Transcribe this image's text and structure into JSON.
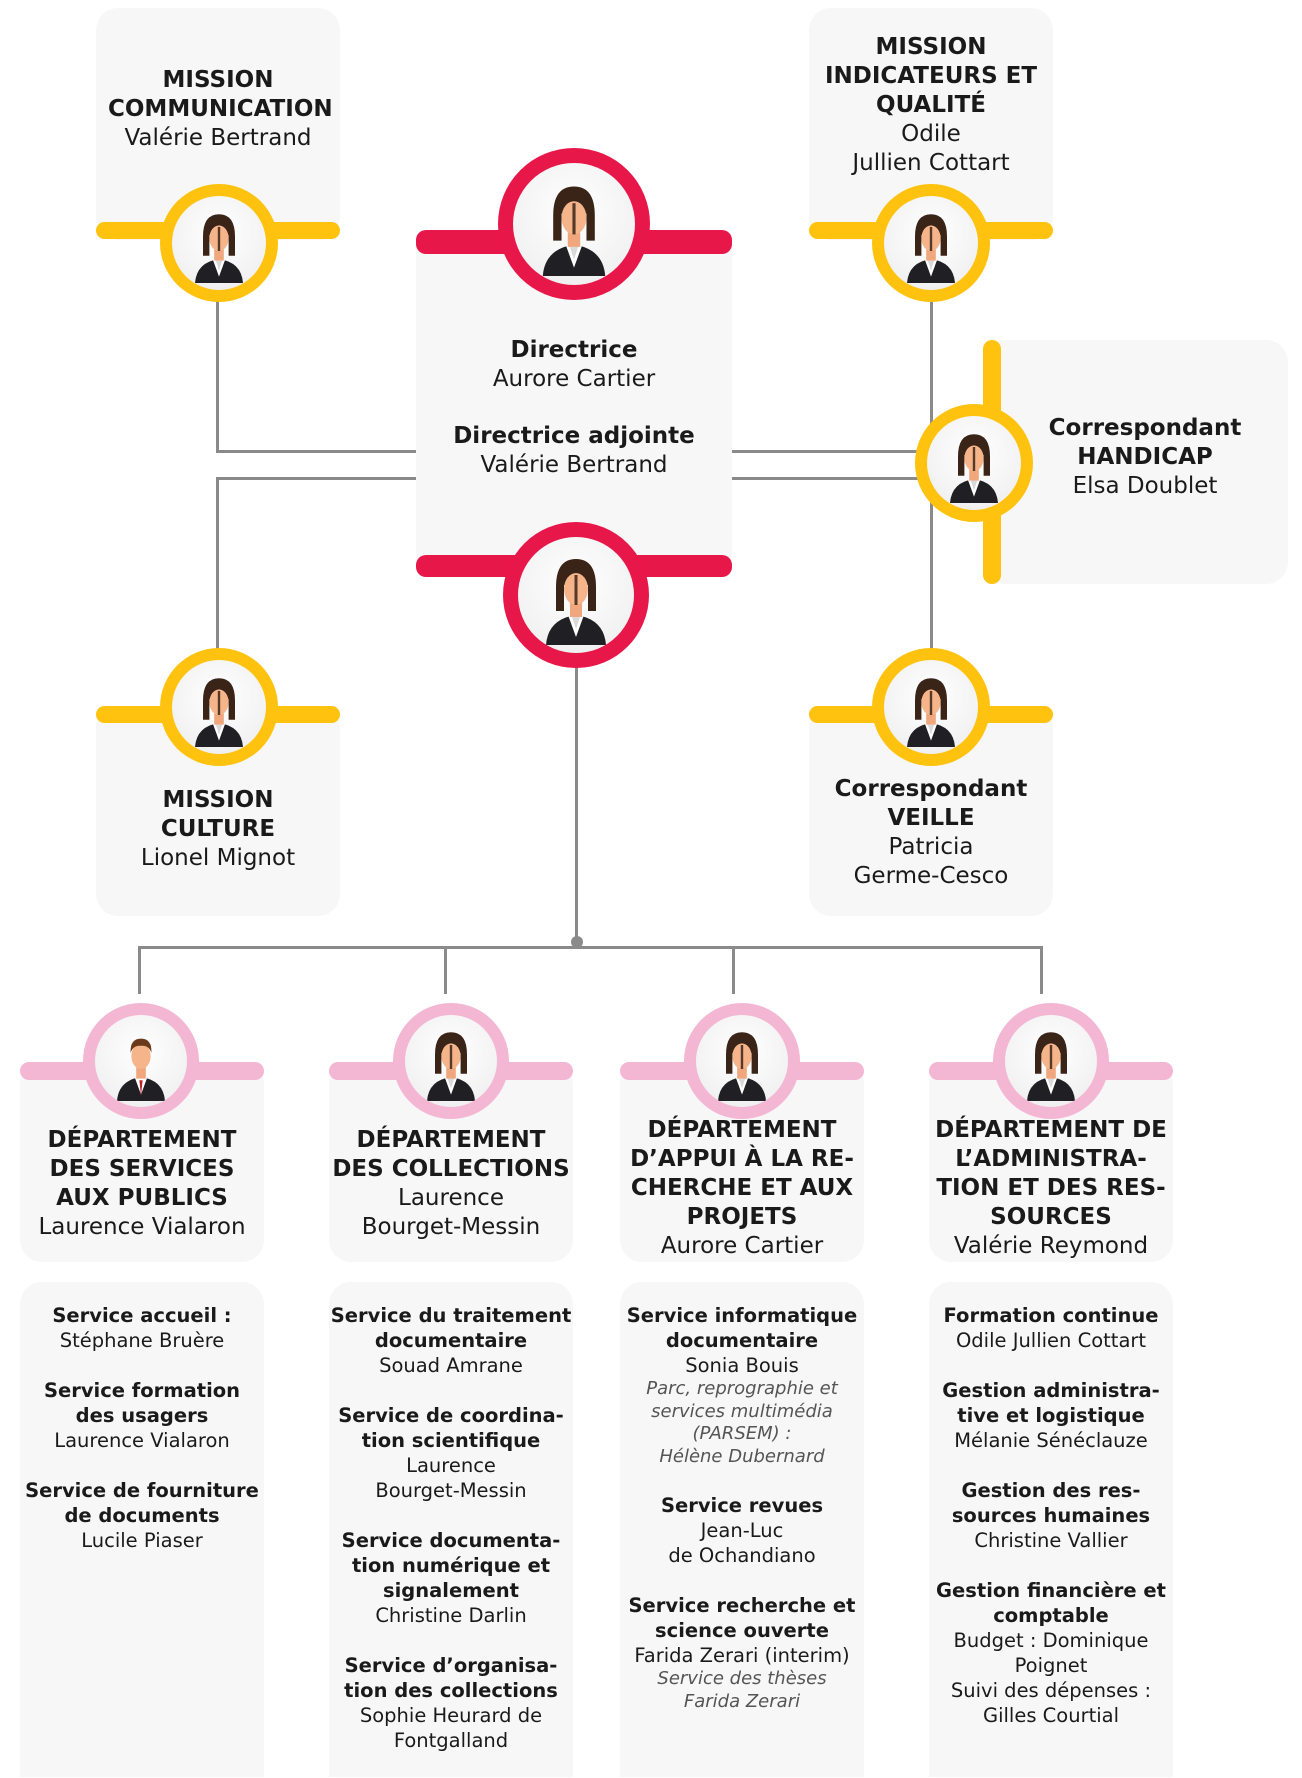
{
  "mission_communication": {
    "title": "MISSION COMMUNICATION",
    "name": "Valérie Bertrand"
  },
  "mission_indicateurs": {
    "title_1": "MISSION",
    "title_2": "INDICATEURS ET",
    "title_3": "QUALITÉ",
    "name_1": "Odile",
    "name_2": "Jullien Cottart"
  },
  "direction": {
    "directrice_title": "Directrice",
    "directrice_name": "Aurore Cartier",
    "adjointe_title": "Directrice adjointe",
    "adjointe_name": "Valérie Bertrand"
  },
  "handicap": {
    "title_1": "Correspondant",
    "title_2": "HANDICAP",
    "name": "Elsa Doublet"
  },
  "mission_culture": {
    "title_1": "MISSION",
    "title_2": "CULTURE",
    "name": "Lionel Mignot"
  },
  "veille": {
    "title_1": "Correspondant",
    "title_2": "VEILLE",
    "name_1": "Patricia",
    "name_2": "Germe-Cesco"
  },
  "departments": [
    {
      "title_1": "DÉPARTEMENT",
      "title_2": "DES SERVICES",
      "title_3": "AUX PUBLICS",
      "name_1": "Laurence Vialaron",
      "name_2": ""
    },
    {
      "title_1": "DÉPARTEMENT",
      "title_2": "DES COLLECTIONS",
      "title_3": "",
      "name_1": "Laurence",
      "name_2": "Bourget-Messin"
    },
    {
      "title_1": "DÉPARTEMENT",
      "title_2": "D’APPUI À LA RE-",
      "title_3": "CHERCHE ET AUX",
      "title_4": "PROJETS",
      "name_1": "Aurore Cartier"
    },
    {
      "title_1": "DÉPARTEMENT DE",
      "title_2": "L’ADMINISTRA-",
      "title_3": "TION ET DES RES-",
      "title_4": "SOURCES",
      "name_1": "Valérie Reymond"
    }
  ],
  "services": {
    "publics": [
      {
        "t1": "Service accueil :",
        "n1": "Stéphane Bruère"
      },
      {
        "t1": "Service formation",
        "t2": "des usagers",
        "n1": "Laurence Vialaron"
      },
      {
        "t1": "Service de fourniture",
        "t2": "de documents",
        "n1": "Lucile Piaser"
      }
    ],
    "collections": [
      {
        "t1": "Service du traitement",
        "t2": "documentaire",
        "n1": "Souad Amrane"
      },
      {
        "t1": "Service de coordina-",
        "t2": "tion scientifique",
        "n1": "Laurence",
        "n2": "Bourget-Messin"
      },
      {
        "t1": "Service documenta-",
        "t2": "tion numérique et",
        "t3": "signalement",
        "n1": "Christine Darlin"
      },
      {
        "t1": "Service d’organisa-",
        "t2": "tion des collections",
        "n1": "Sophie Heurard de",
        "n2": "Fontgalland"
      }
    ],
    "recherche": [
      {
        "t1": "Service informatique",
        "t2": "documentaire",
        "n1": "Sonia Bouis",
        "i1": "Parc, reprographie et",
        "i2": "services multimédia",
        "i3": "(PARSEM) :",
        "i4": "Hélène Dubernard"
      },
      {
        "t1": "Service revues",
        "n1": "Jean-Luc",
        "n2": "de Ochandiano"
      },
      {
        "t1": "Service recherche et",
        "t2": "science ouverte",
        "n1": "Farida Zerari (interim)",
        "i1": "Service des thèses",
        "i2": "Farida Zerari"
      }
    ],
    "administration": [
      {
        "t1": "Formation continue",
        "n1": "Odile Jullien Cottart"
      },
      {
        "t1": "Gestion administra-",
        "t2": "tive et logistique",
        "n1": "Mélanie Sénéclauze"
      },
      {
        "t1": "Gestion des res-",
        "t2": "sources humaines",
        "n1": "Christine Vallier"
      },
      {
        "t1": "Gestion financière et",
        "t2": "comptable",
        "n1": "Budget : Dominique",
        "n2": "Poignet",
        "n3": "Suivi des dépenses :",
        "n4": "Gilles Courtial"
      }
    ]
  },
  "colors": {
    "mission": "#ffc20e",
    "direction": "#e8174a",
    "department": "#f3b6d3",
    "line": "#8a8a8a"
  }
}
